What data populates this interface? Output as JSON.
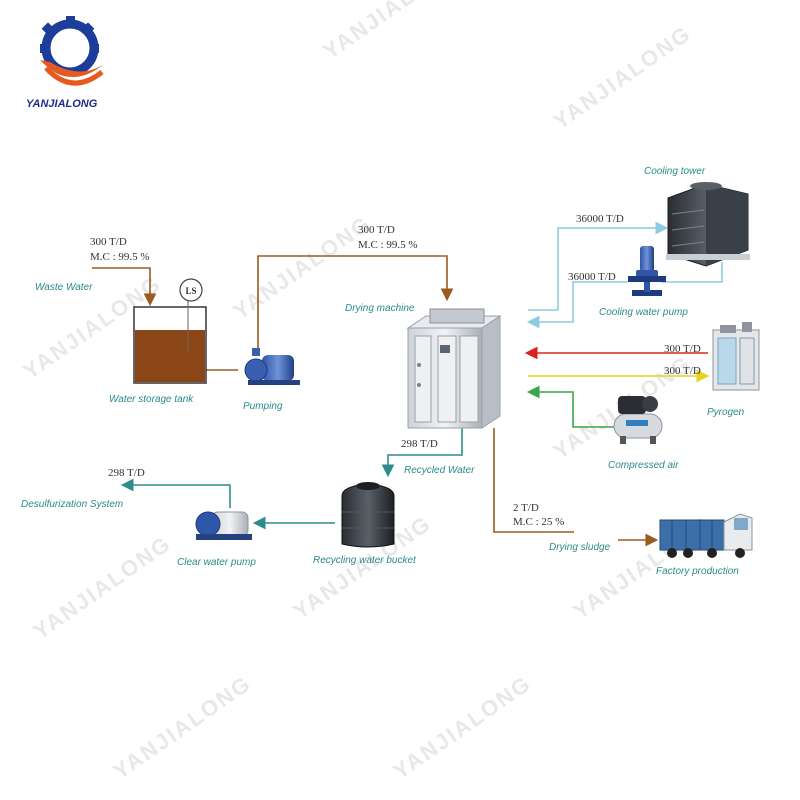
{
  "brand": {
    "name": "YANJIALONG"
  },
  "watermark": "YANJIALONG",
  "colors": {
    "brown": "#9b5a1e",
    "teal": "#2f8c8c",
    "light_blue": "#8ccbe0",
    "red": "#d9261c",
    "yellow": "#e8d21a",
    "green": "#3aa64a",
    "label": "#2a8a8a"
  },
  "waste_water": {
    "label": "Waste Water",
    "flow": "300 T/D",
    "mc": "M.C : 99.5 %"
  },
  "storage_tank": {
    "label": "Water storage tank",
    "sensor": "LS"
  },
  "pumping": {
    "label": "Pumping"
  },
  "drying_feed": {
    "flow": "300 T/D",
    "mc": "M.C : 99.5 %"
  },
  "drying_machine": {
    "label": "Drying machine"
  },
  "cooling_tower": {
    "label": "Cooling tower",
    "flow": "36000 T/D"
  },
  "cooling_pump": {
    "label": "Cooling water pump",
    "flow": "36000 T/D"
  },
  "pyrogen": {
    "label": "Pyrogen",
    "flow_red": "300 T/D",
    "flow_yellow": "300 T/D"
  },
  "compressed_air": {
    "label": "Compressed air"
  },
  "recycled_water": {
    "label": "Recycled Water",
    "flow": "298 T/D"
  },
  "recycle_bucket": {
    "label": "Recycling water bucket"
  },
  "clear_pump": {
    "label": "Clear water pump"
  },
  "desulfurization": {
    "label": "Desulfurization System",
    "flow": "298 T/D"
  },
  "sludge": {
    "label": "Drying sludge",
    "flow": "2 T/D",
    "mc": "M.C : 25 %"
  },
  "factory": {
    "label": "Factory production"
  }
}
